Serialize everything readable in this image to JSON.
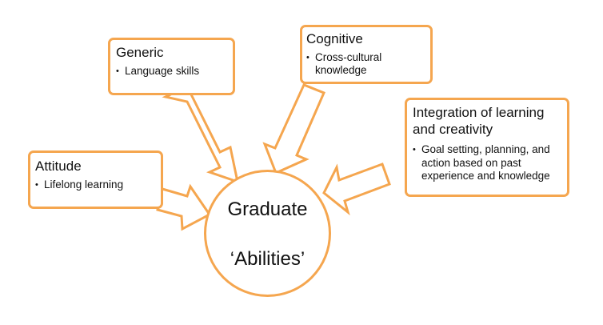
{
  "colors": {
    "accent": "#F5A64F",
    "text": "#111111",
    "background": "#ffffff"
  },
  "center": {
    "line1": "Graduate",
    "line2": "‘Abilities’"
  },
  "boxes": {
    "generic": {
      "title": "Generic",
      "items": [
        "Language skills"
      ]
    },
    "cognitive": {
      "title": "Cognitive",
      "items": [
        "Cross-cultural knowledge"
      ]
    },
    "integration": {
      "title": "Integration of learning and creativity",
      "items": [
        "Goal setting, planning, and action based on past experience and knowledge"
      ]
    },
    "attitude": {
      "title": "Attitude",
      "items": [
        "Lifelong learning"
      ]
    }
  }
}
